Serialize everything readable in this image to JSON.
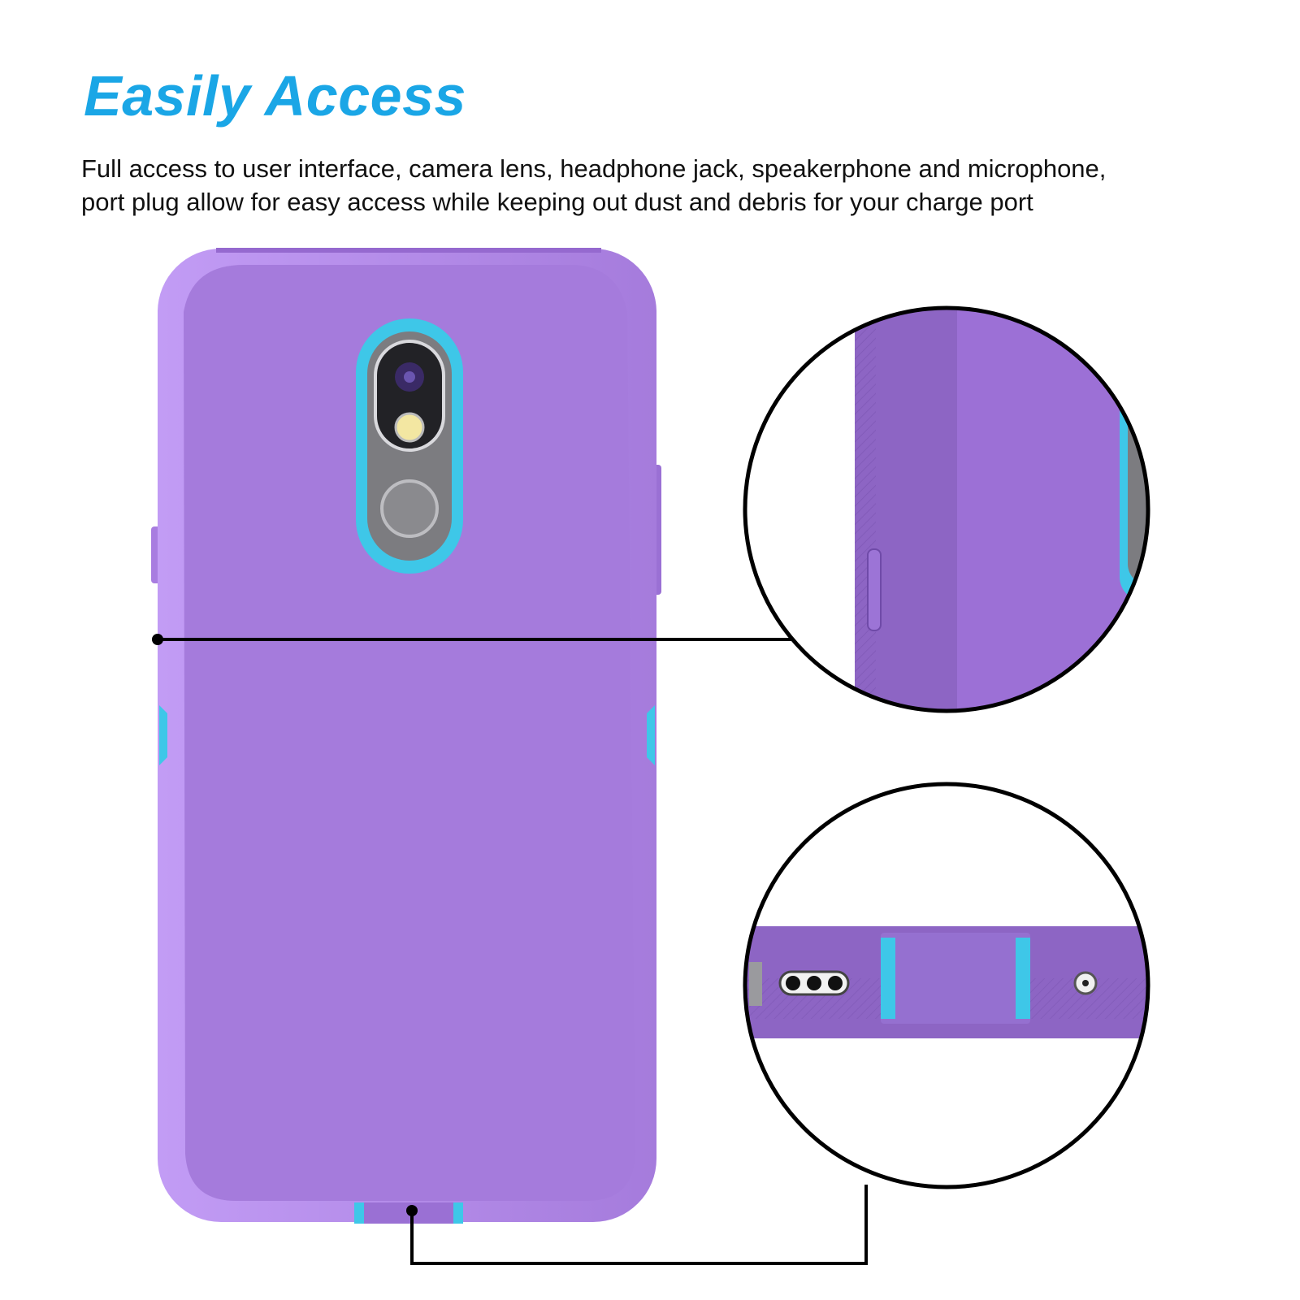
{
  "headline": "Easily Access",
  "description": {
    "line1": "Full access to user interface, camera lens, headphone jack, speakerphone and microphone,",
    "line2": "port plug allow for easy access while keeping out dust and debris for your charge port"
  },
  "colors": {
    "headline": "#1aa6e6",
    "case_purple": "#a57bdc",
    "case_purple_dark": "#8d65c4",
    "accent_teal": "#3ec7e8",
    "callout_line": "#000000",
    "background": "#ffffff"
  }
}
